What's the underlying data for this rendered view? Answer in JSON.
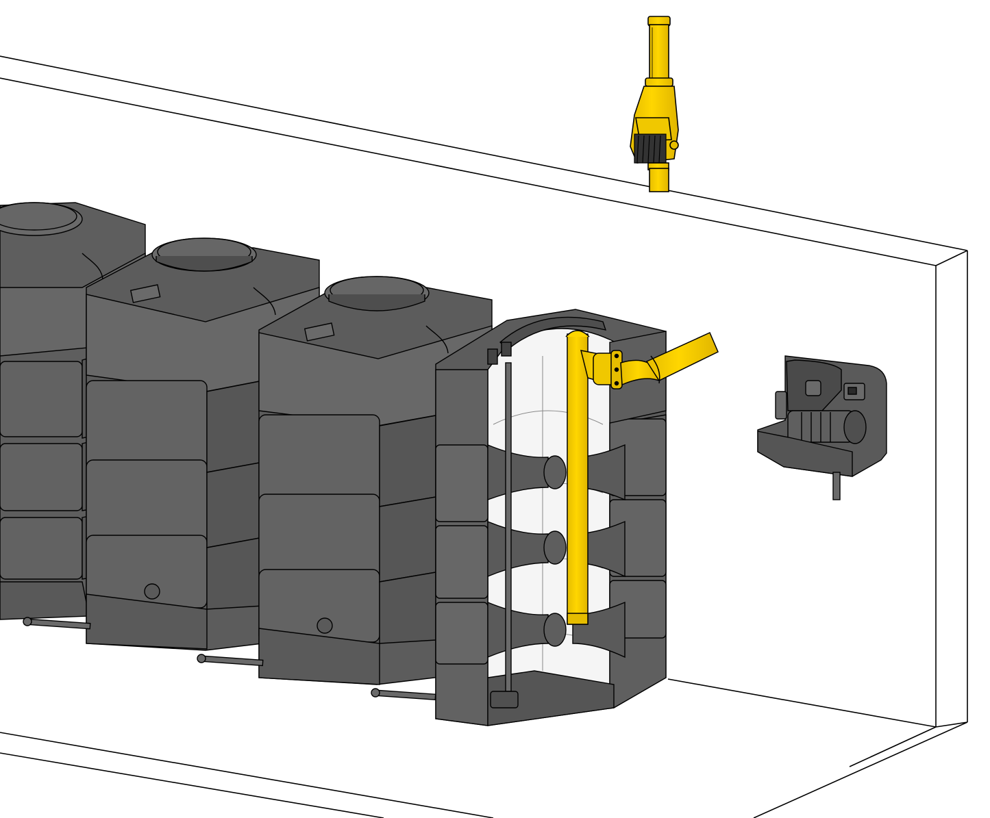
{
  "scene": {
    "description_visible_text": "",
    "colors": {
      "background": "#ffffff",
      "line": "#000000",
      "tank_dark": "#5a5a5a",
      "tank_mid": "#6b6b6b",
      "tank_light": "#7a7a7a",
      "pipe_yellow": "#ffd600",
      "pipe_yellow_shade": "#e2b800",
      "interior": "#f4f4f4"
    },
    "components": [
      {
        "id": "downpipe",
        "icon": "rain-filter-icon"
      },
      {
        "id": "tank-1",
        "icon": "water-tank-icon"
      },
      {
        "id": "tank-2",
        "icon": "water-tank-icon"
      },
      {
        "id": "tank-3",
        "icon": "water-tank-icon"
      },
      {
        "id": "tank-4-cutaway",
        "icon": "water-tank-cutaway-icon"
      },
      {
        "id": "pump-unit",
        "icon": "pump-icon"
      }
    ]
  }
}
